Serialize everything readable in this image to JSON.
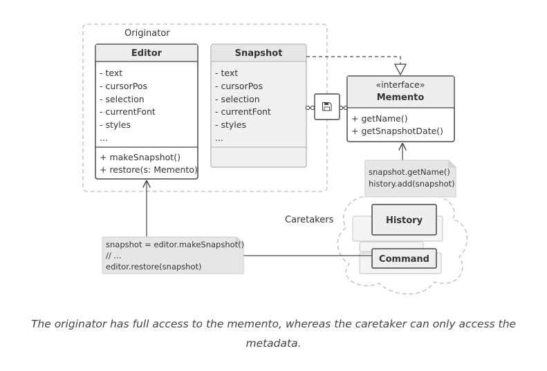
{
  "originator_label": "Originator",
  "caretakers_label": "Caretakers",
  "editor": {
    "title": "Editor",
    "fields": [
      "- text",
      "- cursorPos",
      "- selection",
      "- currentFont",
      "- styles",
      "..."
    ],
    "methods": [
      "+ makeSnapshot()",
      "+ restore(s: Memento)"
    ]
  },
  "snapshot": {
    "title": "Snapshot",
    "fields": [
      "- text",
      "- cursorPos",
      "- selection",
      "- currentFont",
      "- styles",
      "..."
    ]
  },
  "memento": {
    "stereotype": "«interface»",
    "title": "Memento",
    "methods": [
      "+ getName()",
      "+ getSnapshotDate()"
    ]
  },
  "history_note": [
    "snapshot.getName()",
    "history.add(snapshot)"
  ],
  "history_label": "History",
  "command_label": "Command",
  "editor_note": [
    "snapshot = editor.makeSnapshot()",
    "// ...",
    "editor.restore(snapshot)"
  ],
  "caption": "The originator has full access to the memento, whereas the caretaker can only access the metadata.",
  "colors": {
    "border": "#444444",
    "header_bg": "#eeeeee",
    "ghost_bg": "#f0f0f0",
    "note_bg": "#e6e6e6",
    "dashed": "#bbbbbb"
  },
  "icons": {
    "save": "floppy-disk-icon"
  }
}
